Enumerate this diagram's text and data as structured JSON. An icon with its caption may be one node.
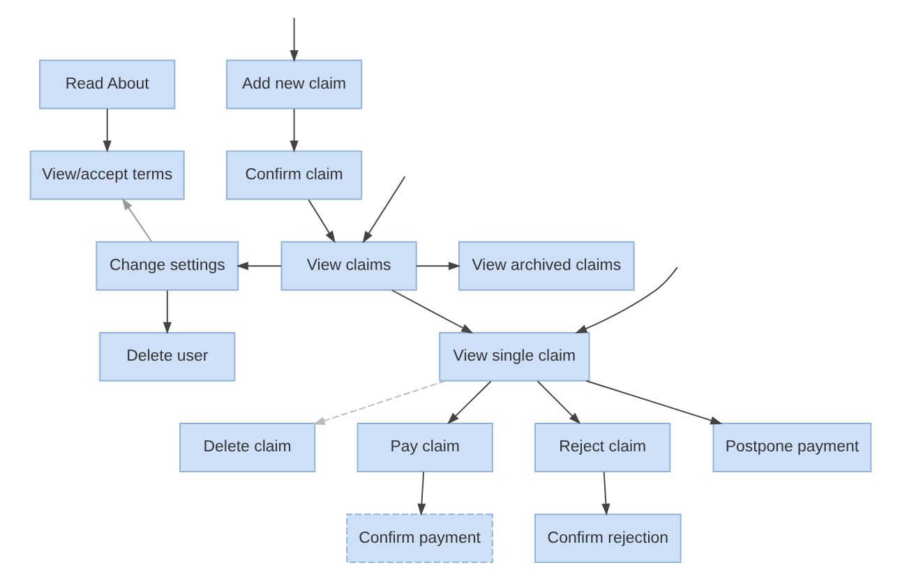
{
  "diagram": {
    "nodes": [
      {
        "text": [
          "Read About"
        ]
      },
      {
        "text": [
          "View/accept terms"
        ]
      },
      {
        "text": [
          "Add new claim"
        ]
      },
      {
        "text": [
          "Confirm claim"
        ]
      },
      {
        "text": [
          "Change settings"
        ]
      },
      {
        "text": [
          "View claims"
        ]
      },
      {
        "text": [
          "View archived claims"
        ]
      },
      {
        "text": [
          "Delete user"
        ]
      },
      {
        "text": [
          "View single claim"
        ]
      },
      {
        "text": [
          "Delete claim"
        ]
      },
      {
        "text": [
          "Pay claim"
        ]
      },
      {
        "text": [
          "Reject claim"
        ]
      },
      {
        "text": [
          "Postpone payment"
        ]
      },
      {
        "text": [
          "Confirm payment"
        ]
      },
      {
        "text": [
          "Confirm rejection"
        ]
      }
    ],
    "edges": [
      {
        "from": 0,
        "to": 1,
        "arrow": "to"
      },
      {
        "from": null,
        "to": 2,
        "arrow": "to"
      },
      {
        "from": 2,
        "to": 3,
        "arrow": "to"
      },
      {
        "from": 3,
        "to": 5,
        "arrow": "to"
      },
      {
        "from": null,
        "to": 5,
        "arrow": "to"
      },
      {
        "from": 5,
        "to": 4,
        "arrow": "to"
      },
      {
        "from": 5,
        "to": 6,
        "arrow": "to"
      },
      {
        "from": 4,
        "to": 1,
        "arrow": "to",
        "color": "#999999"
      },
      {
        "from": 4,
        "to": 7,
        "arrow": "to"
      },
      {
        "from": 5,
        "to": 8,
        "arrow": "to"
      },
      {
        "from": null,
        "to": 8,
        "arrow": "to"
      },
      {
        "from": 8,
        "to": 9,
        "arrow": "to",
        "style": "dashed",
        "color": "#bbbbbb"
      },
      {
        "from": 8,
        "to": 10,
        "arrow": "to"
      },
      {
        "from": 8,
        "to": 11,
        "arrow": "to"
      },
      {
        "from": 8,
        "to": 12,
        "arrow": "to"
      },
      {
        "from": 10,
        "to": 13,
        "arrow": "to"
      },
      {
        "from": 11,
        "to": 14,
        "arrow": "to"
      }
    ]
  }
}
